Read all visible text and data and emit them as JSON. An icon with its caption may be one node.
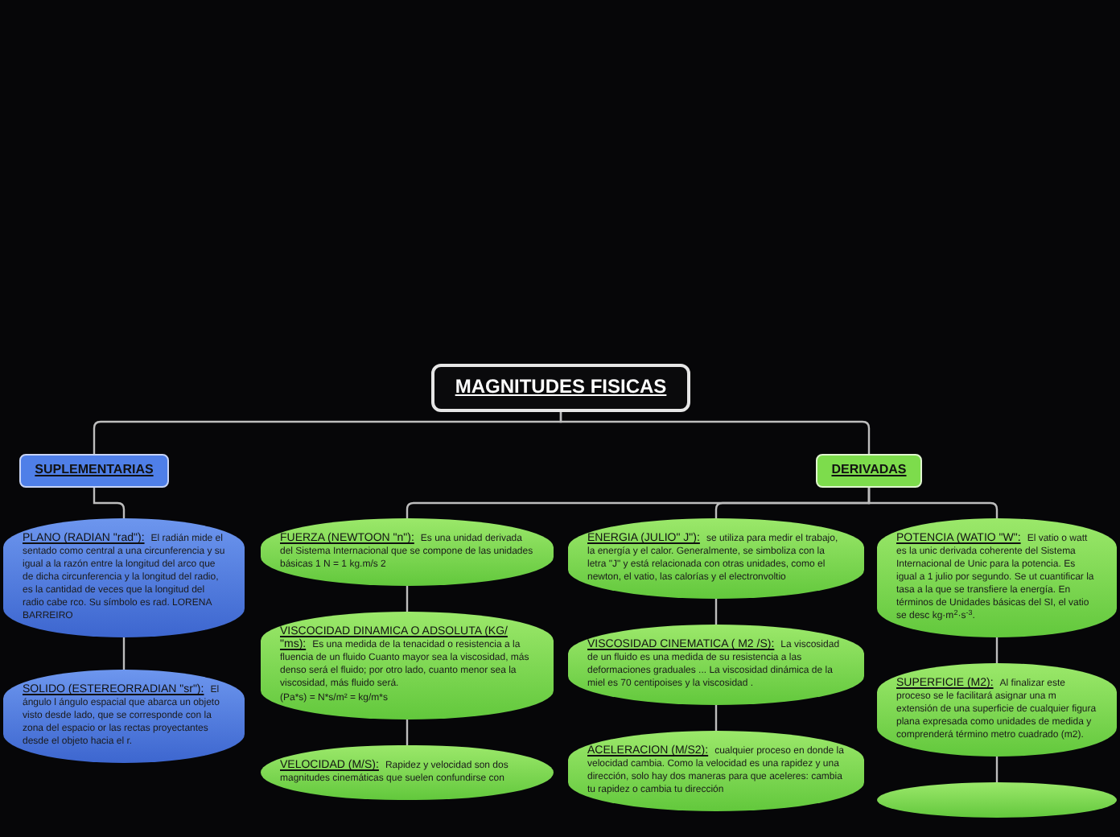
{
  "diagram": {
    "nodes": [
      {
        "text": [
          "MAGNITUDES FISICAS"
        ]
      },
      {
        "text": [
          "SUPLEMENTARIAS"
        ]
      },
      {
        "text": [
          "DERIVADAS"
        ]
      },
      {
        "text": [
          "PLANO (RADIAN \"rad\"):",
          "El radián mide el sentado como central a una circunferencia y su igual a la razón entre la longitud del arco que de dicha circunferencia y la longitud del radio, es la cantidad de veces que la longitud del radio cabe rco. Su símbolo es rad. LORENA BARREIRO"
        ]
      },
      {
        "text": [
          "SOLIDO (ESTEREORRADIAN \"sr\"):",
          "El ángulo l ángulo espacial que abarca un objeto visto desde lado, que se corresponde con la zona del espacio or las rectas proyectantes desde el objeto hacia el r."
        ]
      },
      {
        "text": [
          "FUERZA (NEWTOON \"n\"):",
          "Es una unidad derivada del Sistema Internacional que se compone de las unidades básicas 1 N = 1 kg.m/s 2"
        ]
      },
      {
        "text": [
          "VISCOCIDAD DINAMICA O ADSOLUTA (KG/ \"ms):",
          "Es una medida de la tenacidad o resistencia a la fluencia de un fluido Cuanto mayor sea la viscosidad, más denso será el fluido; por otro lado, cuanto menor sea la viscosidad, más fluido será.",
          "(Pa*s) = N*s/m² = kg/m*s"
        ]
      },
      {
        "text": [
          "VELOCIDAD (M/S):",
          "Rapidez y velocidad son dos magnitudes cinemáticas que suelen confundirse con"
        ]
      },
      {
        "text": [
          "ENERGIA (JULIO\" J\"):",
          "se utiliza para medir el trabajo, la energía y el calor. Generalmente, se simboliza con la letra \"J\" y está relacionada con otras unidades, como el newton, el vatio, las calorías y el electronvoltio"
        ]
      },
      {
        "text": [
          "VISCOSIDAD CINEMATICA ( M2 /S):",
          "La viscosidad de un fluido es una medida de su resistencia a las deformaciones graduales ... La viscosidad dinámica de la miel es 70 centipoises y la viscosidad ."
        ]
      },
      {
        "text": [
          "ACELERACION (M/S2):",
          "cualquier proceso en donde la velocidad cambia. Como la velocidad es una rapidez y una dirección, solo hay dos maneras para que aceleres: cambia tu rapidez o cambia tu dirección"
        ]
      },
      {
        "text": [
          "POTENCIA (WATIO \"W\":",
          "El vatio o watt es la unic derivada coherente del Sistema Internacional de Unic para la potencia. Es igual a 1 julio por segundo. Se ut cuantificar la tasa a la que se transfiere la energía. En términos de Unidades básicas del SI, el vatio se desc kg·m$^{2}$·s$^{-3}$."
        ]
      },
      {
        "text": [
          "SUPERFICIE (M2):",
          "Al finalizar este proceso se le facilitará asignar una m extensión de una superficie de cualquier figura plana expresada como unidades de medida y comprenderá término metro cuadrado (m2)."
        ]
      },
      {
        "text": [],
        "shape": "ellipse"
      }
    ],
    "edges": [
      {
        "from": 0,
        "to": 1,
        "arrow": "none"
      },
      {
        "from": 0,
        "to": 2,
        "arrow": "none"
      },
      {
        "from": 1,
        "to": 3,
        "arrow": "none"
      },
      {
        "from": 3,
        "to": 4,
        "arrow": "none"
      },
      {
        "from": 2,
        "to": 5,
        "arrow": "none"
      },
      {
        "from": 2,
        "to": 8,
        "arrow": "none"
      },
      {
        "from": 2,
        "to": 11,
        "arrow": "none"
      },
      {
        "from": 5,
        "to": 6,
        "arrow": "none"
      },
      {
        "from": 6,
        "to": 7,
        "arrow": "none"
      },
      {
        "from": 8,
        "to": 9,
        "arrow": "none"
      },
      {
        "from": 9,
        "to": 10,
        "arrow": "none"
      },
      {
        "from": 11,
        "to": 12,
        "arrow": "none"
      },
      {
        "from": 12,
        "to": 13,
        "arrow": "none"
      }
    ]
  }
}
